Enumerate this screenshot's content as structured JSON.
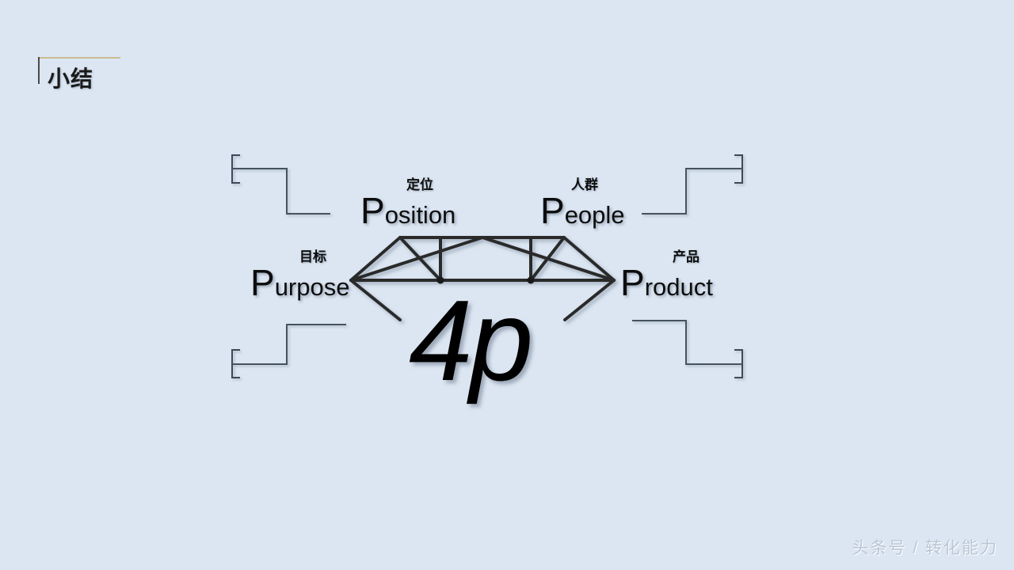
{
  "slide": {
    "title": "小结",
    "background_color": "#dce6f2",
    "title_bracket_color": "#c9bc8f"
  },
  "diagram": {
    "center_label": "4p",
    "line_color": "#2b2b2b",
    "connector_color": "#4a5a6a",
    "nodes": [
      {
        "id": "position",
        "initial": "P",
        "rest": "osition",
        "cn": "定位",
        "corner": "top-left"
      },
      {
        "id": "people",
        "initial": "P",
        "rest": "eople",
        "cn": "人群",
        "corner": "top-right"
      },
      {
        "id": "purpose",
        "initial": "P",
        "rest": "urpose",
        "cn": "目标",
        "corner": "bottom-left"
      },
      {
        "id": "product",
        "initial": "P",
        "rest": "roduct",
        "cn": "产品",
        "corner": "bottom-right"
      }
    ]
  },
  "watermark": {
    "text": "头条号 / 转化能力"
  }
}
